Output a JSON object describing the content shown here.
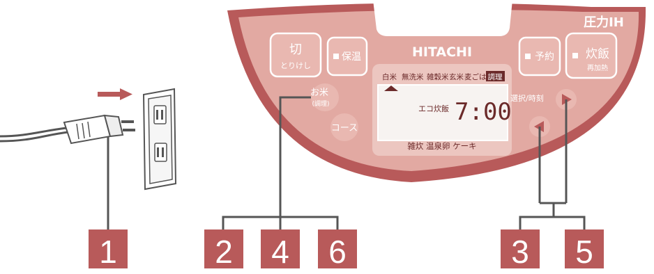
{
  "brand": "HITACHI",
  "model_badge": "圧力IH",
  "buttons": {
    "off_main": "切",
    "off_sub": "とりけし",
    "keep_warm": "保温",
    "timer": "予約",
    "cook_main": "炊飯",
    "cook_sub": "再加熱",
    "rice_main": "お米",
    "rice_sub": "(調理)",
    "course": "コース",
    "select_time": "選択/時刻"
  },
  "display": {
    "menu_items": [
      "白米",
      "無洗米",
      "雑穀米",
      "玄米",
      "麦ごはん",
      "調理"
    ],
    "mode": "エコ炊飯",
    "time": "7:00",
    "bottom_items": "雑炊 温泉卵 ケーキ"
  },
  "step_numbers": [
    "1",
    "2",
    "4",
    "6",
    "3",
    "5"
  ],
  "colors": {
    "panel_outer": "#b85a5a",
    "panel_inner": "#e2a9a2",
    "badge": "#b85a5a",
    "lcd": "#f7f3f1"
  }
}
